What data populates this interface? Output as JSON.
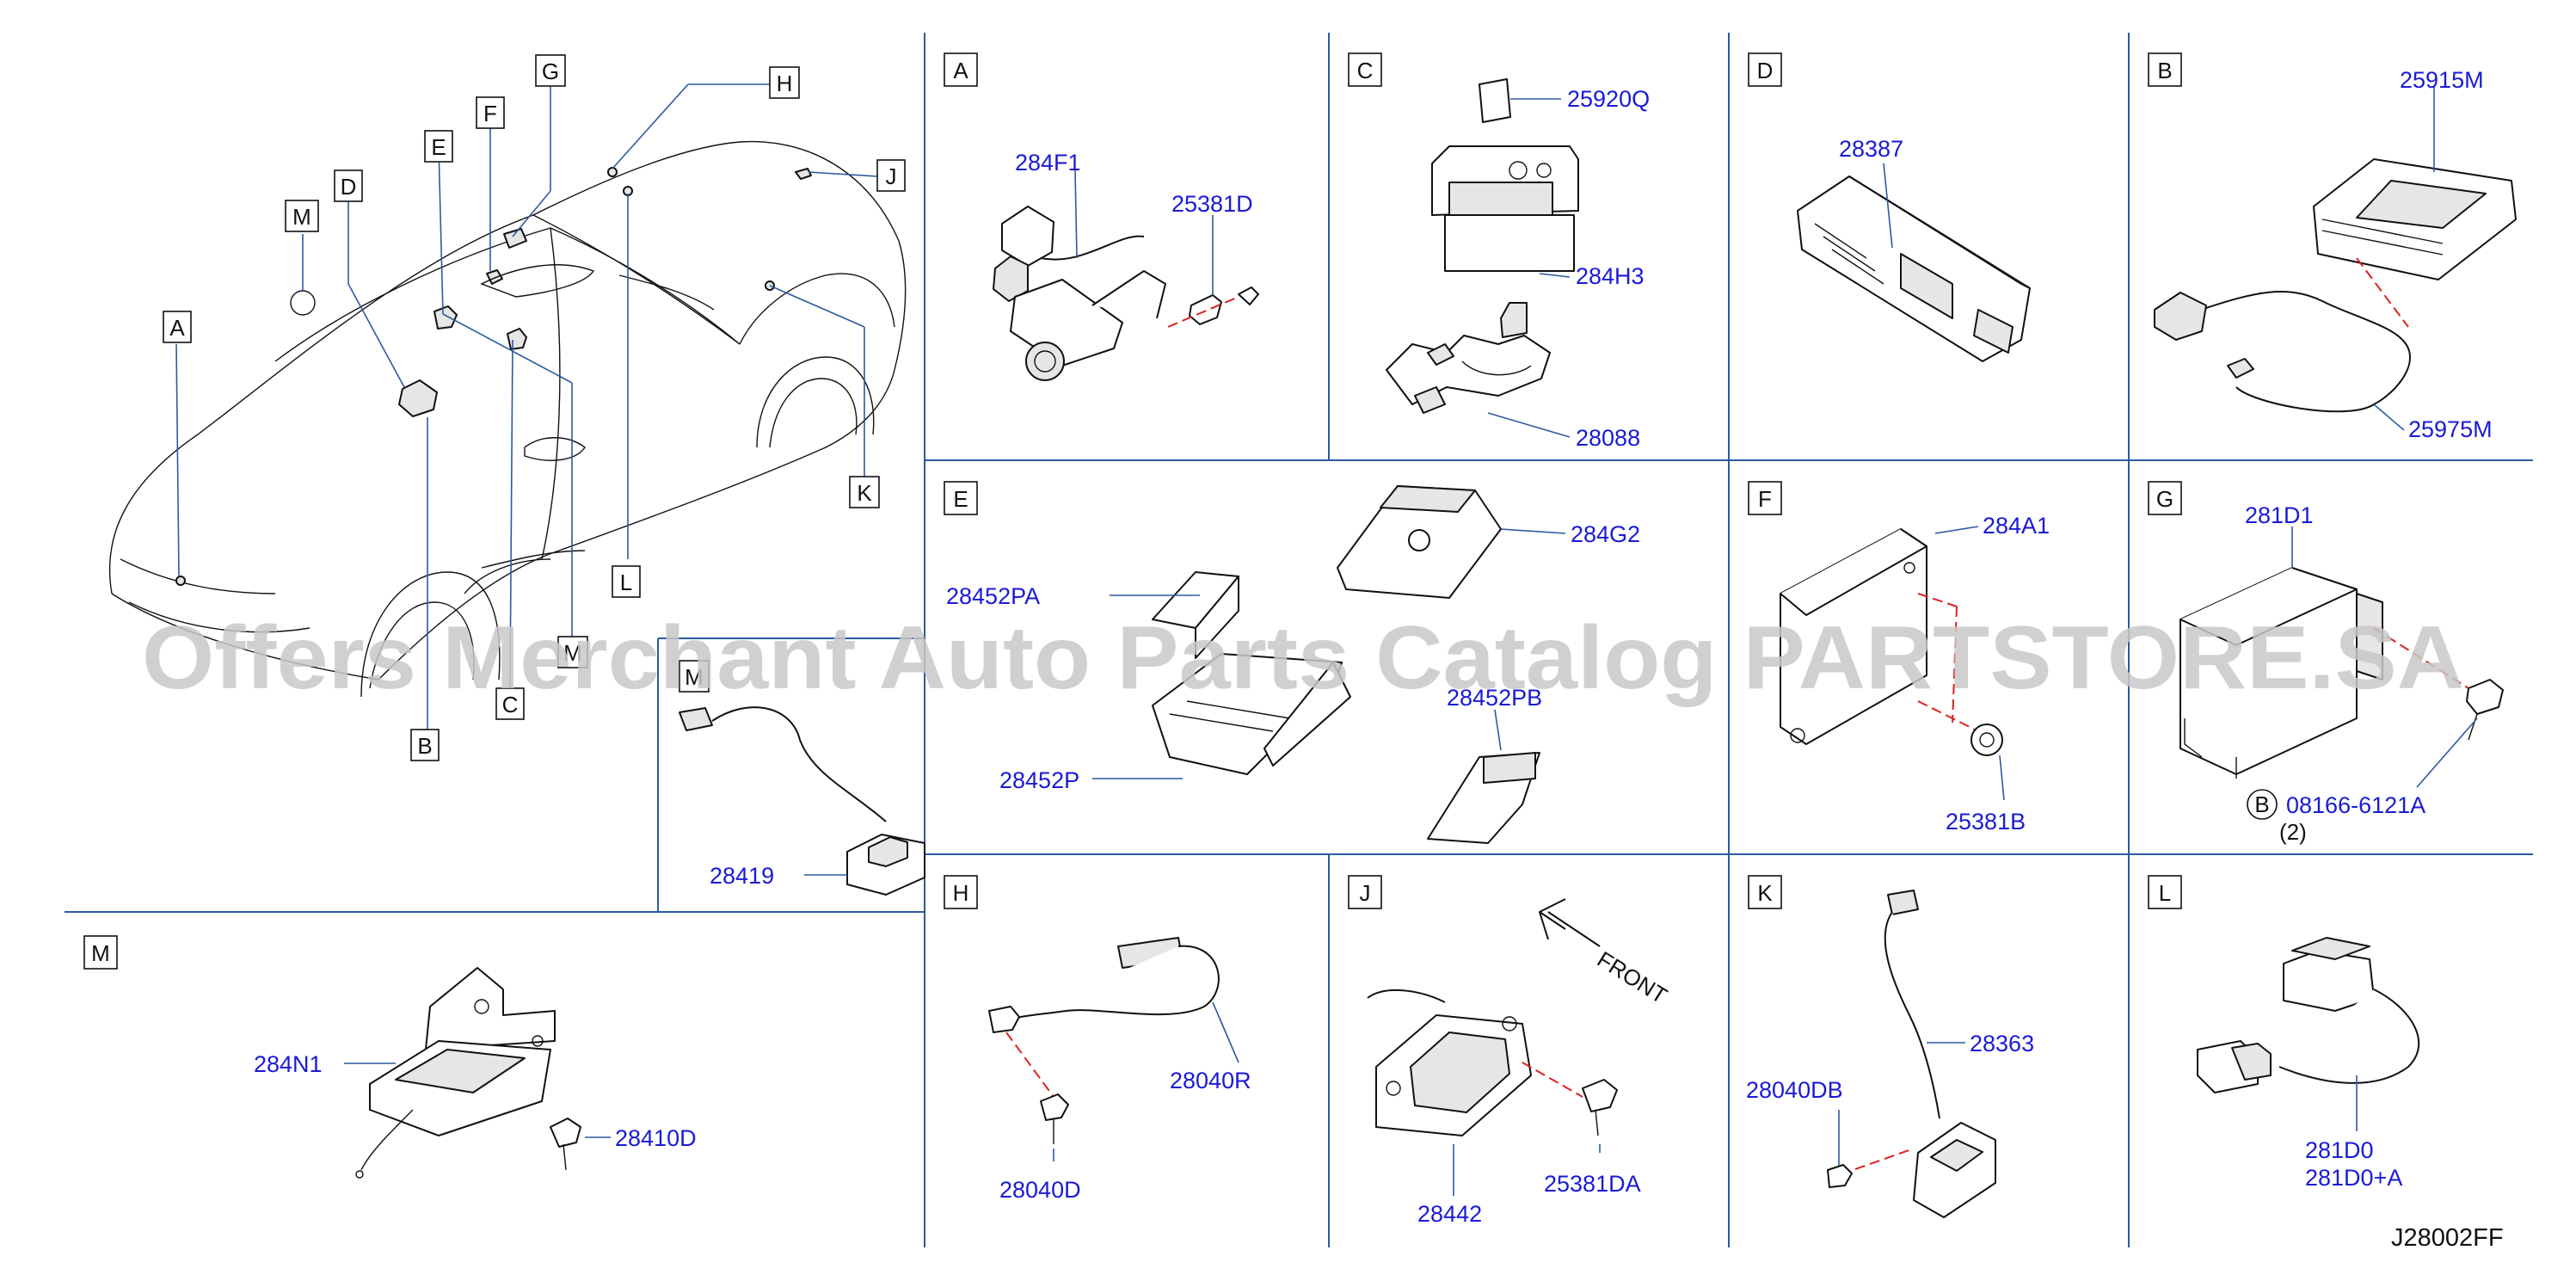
{
  "watermark": "Offers Merchant Auto Parts Catalog PARTSTORE.SA",
  "diagram_code": "J28002FF",
  "vehicle_labels": [
    "A",
    "B",
    "C",
    "D",
    "E",
    "F",
    "G",
    "H",
    "J",
    "K",
    "L",
    "M"
  ],
  "panels": {
    "A": {
      "letter": "A",
      "parts": [
        "284F1",
        "25381D"
      ]
    },
    "C": {
      "letter": "C",
      "parts": [
        "25920Q",
        "284H3",
        "28088"
      ]
    },
    "D": {
      "letter": "D",
      "parts": [
        "28387"
      ]
    },
    "B": {
      "letter": "B",
      "parts": [
        "25915M",
        "25975M"
      ]
    },
    "E": {
      "letter": "E",
      "parts": [
        "28452PA",
        "284G2",
        "28452P",
        "28452PB"
      ]
    },
    "F": {
      "letter": "F",
      "parts": [
        "284A1",
        "25381B"
      ]
    },
    "G": {
      "letter": "G",
      "parts": [
        "281D1"
      ],
      "fastener": {
        "circle": "B",
        "number": "08166-6121A",
        "qty": "(2)"
      }
    },
    "M_small": {
      "letter": "M",
      "parts": [
        "28419"
      ]
    },
    "M": {
      "letter": "M",
      "parts": [
        "284N1",
        "28410D"
      ]
    },
    "H": {
      "letter": "H",
      "parts": [
        "28040R",
        "28040D"
      ]
    },
    "J": {
      "letter": "J",
      "parts": [
        "28442",
        "25381DA"
      ],
      "direction": "FRONT"
    },
    "K": {
      "letter": "K",
      "parts": [
        "28363",
        "28040DB"
      ]
    },
    "L": {
      "letter": "L",
      "parts": [
        "281D0",
        "281D0+A"
      ]
    }
  }
}
